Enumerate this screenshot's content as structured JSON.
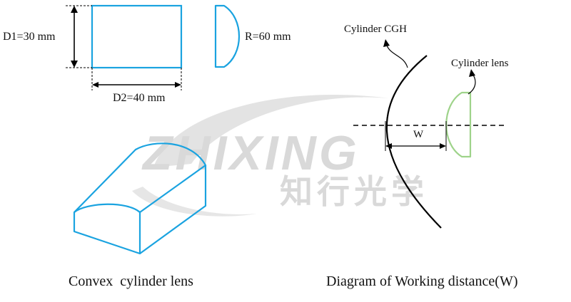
{
  "dimensions": {
    "d1": "D1=30 mm",
    "d2": "D2=40 mm",
    "radius": "R=60 mm"
  },
  "captions": {
    "left": "Convex  cylinder lens",
    "right": "Diagram of Working distance(W)"
  },
  "working_distance": {
    "cgh_label": "Cylinder CGH",
    "lens_label": "Cylinder lens",
    "w_label": "W"
  },
  "watermark": {
    "latin": "ZHIXING",
    "cjk": "知行光学"
  },
  "colors": {
    "lens_outline": "#1aa3e0",
    "schematic_lens": "#9ed38a",
    "line": "#000000",
    "watermark": "#d9d9d9"
  }
}
